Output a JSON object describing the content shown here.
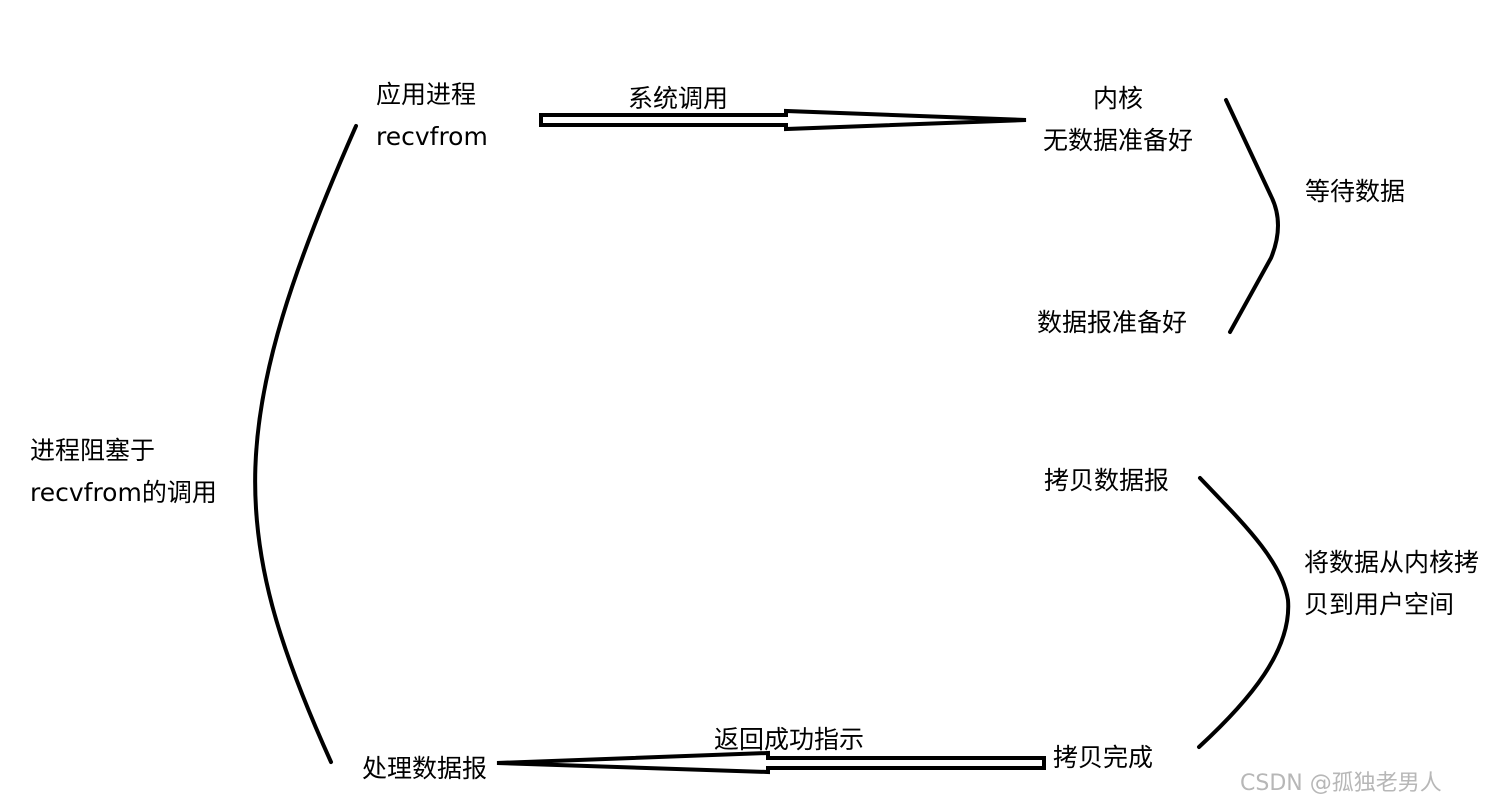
{
  "diagram": {
    "app_process": [
      "应用进程",
      "recvfrom"
    ],
    "system_call": "系统调用",
    "kernel": [
      "内核",
      "无数据准备好"
    ],
    "datagram_ready": "数据报准备好",
    "wait_for_data": "等待数据",
    "process_blocked": [
      "进程阻塞于",
      "recvfrom的调用"
    ],
    "copy_datagram": "拷贝数据报",
    "copy_to_user": [
      "将数据从内核拷",
      "贝到用户空间"
    ],
    "return_success": "返回成功指示",
    "copy_done": "拷贝完成",
    "process_datagram": "处理数据报"
  },
  "watermark": "CSDN @孤独老男人",
  "colors": {
    "stroke": "#000000",
    "background": "#ffffff",
    "watermark": "#b7b7b7"
  }
}
